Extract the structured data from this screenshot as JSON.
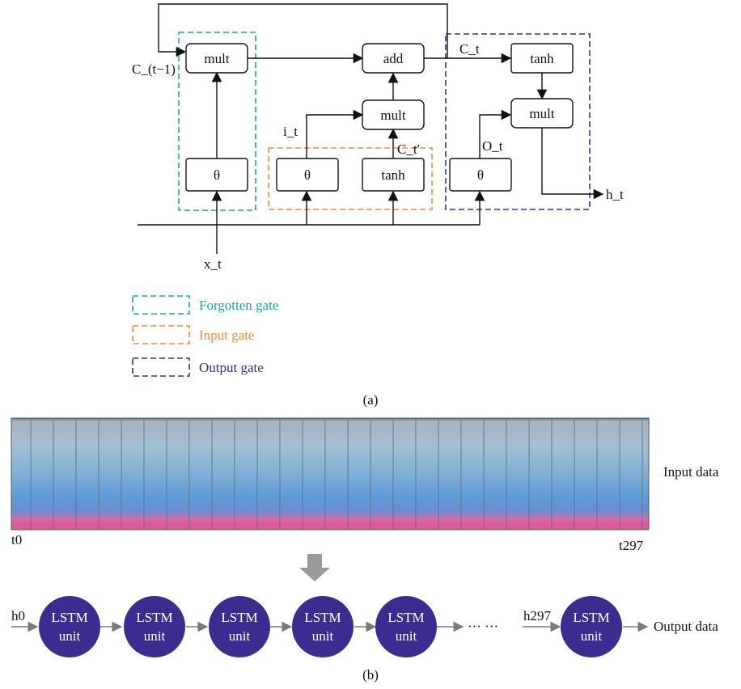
{
  "diagram": {
    "panel_a": {
      "caption": "(a)",
      "nodes": {
        "mult_forget": "mult",
        "theta_forget": "θ",
        "theta_input": "θ",
        "tanh_input": "tanh",
        "mult_input": "mult",
        "add": "add",
        "tanh_out": "tanh",
        "mult_out": "mult",
        "theta_out": "θ"
      },
      "labels": {
        "c_prev": "C_(t−1)",
        "c_t": "C_t",
        "i_t": "i_t",
        "c_t_prime": "C_t′",
        "o_t": "O_t",
        "h_t": "h_t",
        "x_t": "x_t"
      },
      "legend": [
        {
          "label": "Forgotten gate",
          "color": "#1ba3a3"
        },
        {
          "label": "Input gate",
          "color": "#f08a3c"
        },
        {
          "label": "Output gate",
          "color": "#3a2d8f"
        }
      ]
    },
    "panel_b": {
      "caption": "(b)",
      "input_label": "Input data",
      "t_start": "t0",
      "t_end": "t297",
      "h0": "h0",
      "h297": "h297",
      "ellipsis": "··· ···",
      "output_label": "Output data",
      "unit_line1": "LSTM",
      "unit_line2": "unit",
      "unit_color": "#3a2d8f"
    }
  }
}
